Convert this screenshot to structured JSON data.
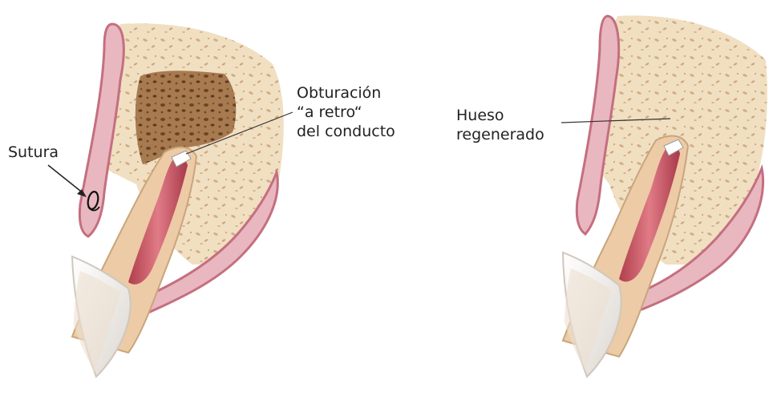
{
  "labels": {
    "obturacion": [
      "Obturación",
      "“a retro“",
      "del conducto"
    ],
    "sutura": "Sutura",
    "hueso": [
      "Hueso",
      "regenerado"
    ]
  },
  "colors": {
    "gum": "#e9b7bf",
    "gum_edge": "#c46f80",
    "bone": "#f1dfc2",
    "bone_spot": "#c9a57d",
    "cavity": "#a77a50",
    "cavity_spot": "#5c3b20",
    "root": "#eccba6",
    "canal": "#c0505c",
    "enamel": "#f5f2ee",
    "retro_fill": "#ffffff",
    "pointer_line": "#333333"
  },
  "panels": [
    {
      "state": "surgery with root-end filling and suture"
    },
    {
      "state": "healed with regenerated bone"
    }
  ]
}
